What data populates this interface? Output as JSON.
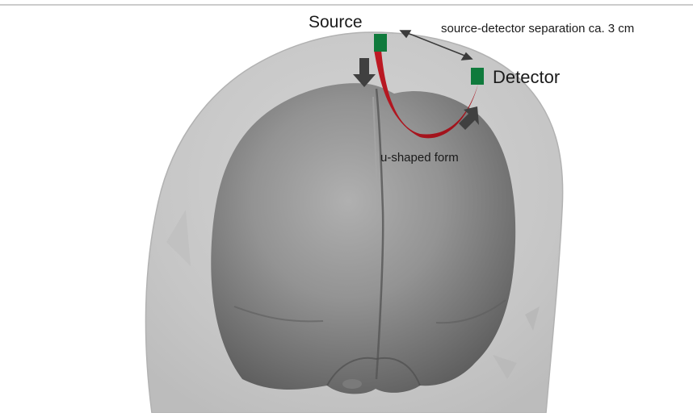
{
  "figure": {
    "labels": {
      "source": "Source",
      "detector": "Detector",
      "separation": "source-detector separation ca. 3 cm",
      "u_shape": "u-shaped form"
    },
    "colors": {
      "background": "#ffffff",
      "scalp": "#c9c9c9",
      "brain": "#8a8a8a",
      "optode": "#0f7a3c",
      "light_path": "#b3161f",
      "arrow": "#404040"
    },
    "icons": [
      "source-optode-icon",
      "detector-optode-icon",
      "light-path-icon",
      "down-arrow-icon",
      "up-arrow-icon",
      "double-arrow-icon"
    ]
  }
}
